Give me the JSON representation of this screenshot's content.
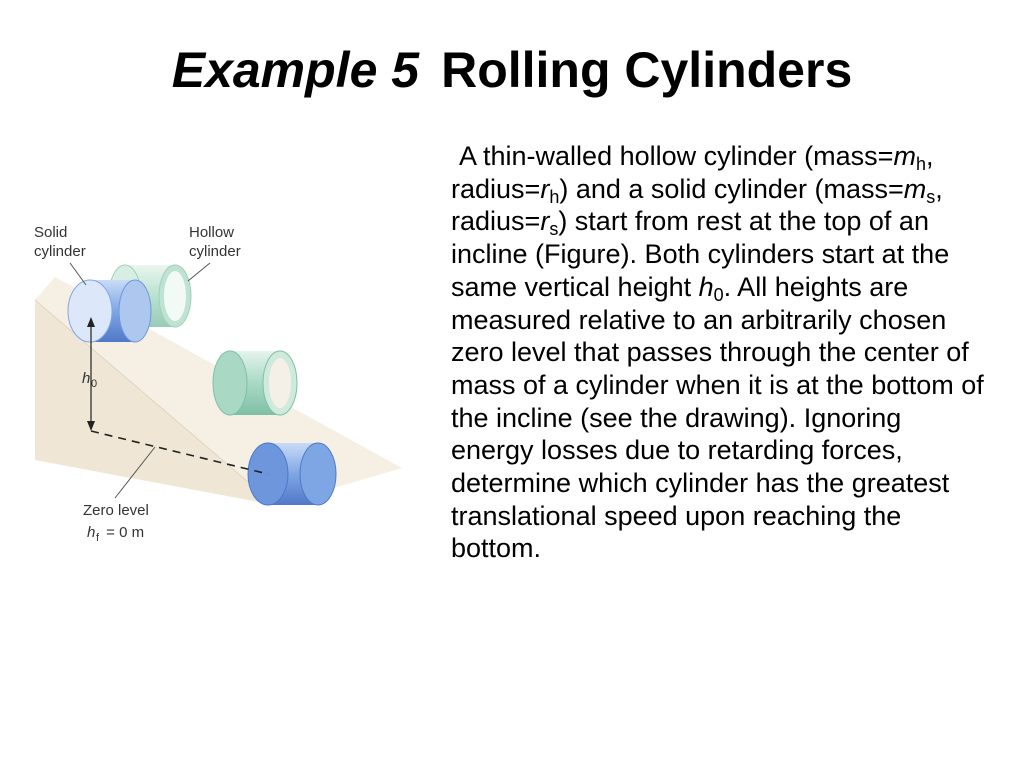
{
  "slide": {
    "title_em": "Example 5",
    "title_main": "Rolling Cylinders"
  },
  "figure": {
    "solid_label_1": "Solid",
    "solid_label_2": "cylinder",
    "hollow_label_1": "Hollow",
    "hollow_label_2": "cylinder",
    "h0_label_var": "h",
    "h0_label_sub": "0",
    "zero_level_label": "Zero level",
    "hf_var": "h",
    "hf_sub": "f",
    "hf_rest": " = 0 m"
  },
  "text": {
    "s1": "A thin-walled hollow cylinder (mass=",
    "v1": "m",
    "sub1": "h",
    "s2": ", radius=",
    "v2": "r",
    "sub2": "h",
    "s3": ") and a solid cylinder (mass=",
    "v3": "m",
    "sub3": "s",
    "s4": ", radius=",
    "v4": "r",
    "sub4": "s",
    "s5": ") start from rest at the top of an incline (Figure). Both cylinders start at the same vertical height ",
    "v5": "h",
    "sub5": "0",
    "s6": ". All heights are measured relative to an arbitrarily chosen zero level that passes through the center of mass of a cylinder when it is at the bottom of the incline (see the drawing). Ignoring energy losses due to retarding forces, determine which cylinder has the greatest translational speed upon reaching the bottom."
  },
  "colors": {
    "incline": "#efe6d6",
    "solid": "#7fa6e4",
    "hollow": "#a9d9c4"
  }
}
